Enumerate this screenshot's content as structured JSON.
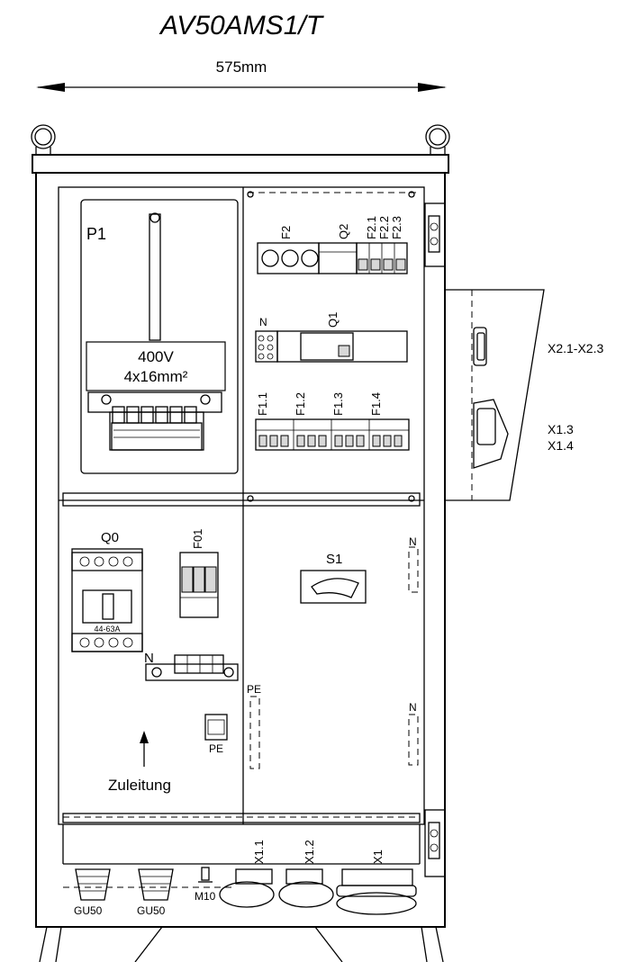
{
  "title": "AV50AMS1/T",
  "dimension": "575mm",
  "meter": {
    "label": "P1",
    "voltage": "400V",
    "cable": "4x16mm²"
  },
  "upper_right": {
    "f2": "F2",
    "q2": "Q2",
    "f21": "F2.1",
    "f22": "F2.2",
    "f23": "F2.3",
    "n": "N",
    "q1": "Q1",
    "f11": "F1.1",
    "f12": "F1.2",
    "f13": "F1.3",
    "f14": "F1.4"
  },
  "side_sockets": {
    "upper": "X2.1-X2.3",
    "lower_1": "X1.3",
    "lower_2": "X1.4"
  },
  "lower_left": {
    "q0": "Q0",
    "q0_rating": "44-63A",
    "f01": "F01",
    "n": "N",
    "pe": "PE",
    "supply": "Zuleitung"
  },
  "lower_right": {
    "s1": "S1",
    "pe": "PE",
    "n_top": "N",
    "n_bottom": "N"
  },
  "bottom": {
    "gu1": "GU50",
    "gu2": "GU50",
    "m10": "M10",
    "x11": "X1.1",
    "x12": "X1.2",
    "x1": "X1"
  }
}
